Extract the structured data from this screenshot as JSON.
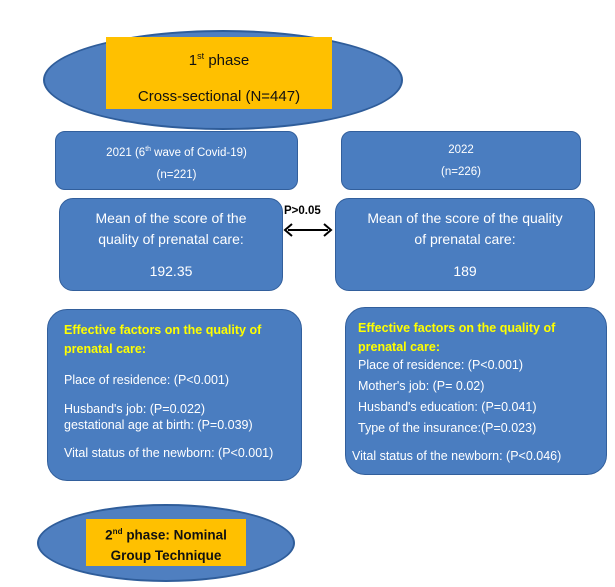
{
  "phase1": {
    "label_prefix": "1",
    "label_sup": "st",
    "label_suffix": " phase",
    "design": "Cross-sectional (N=447)"
  },
  "group2021": {
    "title_prefix": "2021 (6",
    "title_sup": "th",
    "title_suffix": " wave of Covid-19)",
    "n": "(n=221)"
  },
  "group2022": {
    "title": "2022",
    "n": "(n=226)"
  },
  "comparison": {
    "p_label": "P>0.05"
  },
  "mean2021": {
    "line1": "Mean of the score of the",
    "line2": "quality of prenatal care:",
    "value": "192.35"
  },
  "mean2022": {
    "line1": "Mean of the score of the quality",
    "line2": "of prenatal care:",
    "value": "189"
  },
  "factors2021": {
    "heading1": "Effective factors on the quality of",
    "heading2": "prenatal care:",
    "items": [
      "Place of residence: (P<0.001)",
      "Husband's job: (P=0.022)",
      "gestational age at birth: (P=0.039)",
      "Vital status of the newborn: (P<0.001)"
    ]
  },
  "factors2022": {
    "heading1": "Effective factors on the quality of",
    "heading2": "prenatal care:",
    "items": [
      "Place of residence: (P<0.001)",
      "Mother's job: (P= 0.02)",
      "Husband's education: (P=0.041)",
      "Type of the insurance:(P=0.023)",
      "Vital status of the newborn: (P<0.046)"
    ]
  },
  "phase2": {
    "line1_prefix": "2",
    "line1_sup": "nd",
    "line1_suffix": " phase: Nominal",
    "line2": "Group Technique"
  },
  "colors": {
    "box_fill": "#4a7dc0",
    "box_border": "#325f9c",
    "highlight": "#ffc000",
    "heading_text": "#ffff00"
  }
}
